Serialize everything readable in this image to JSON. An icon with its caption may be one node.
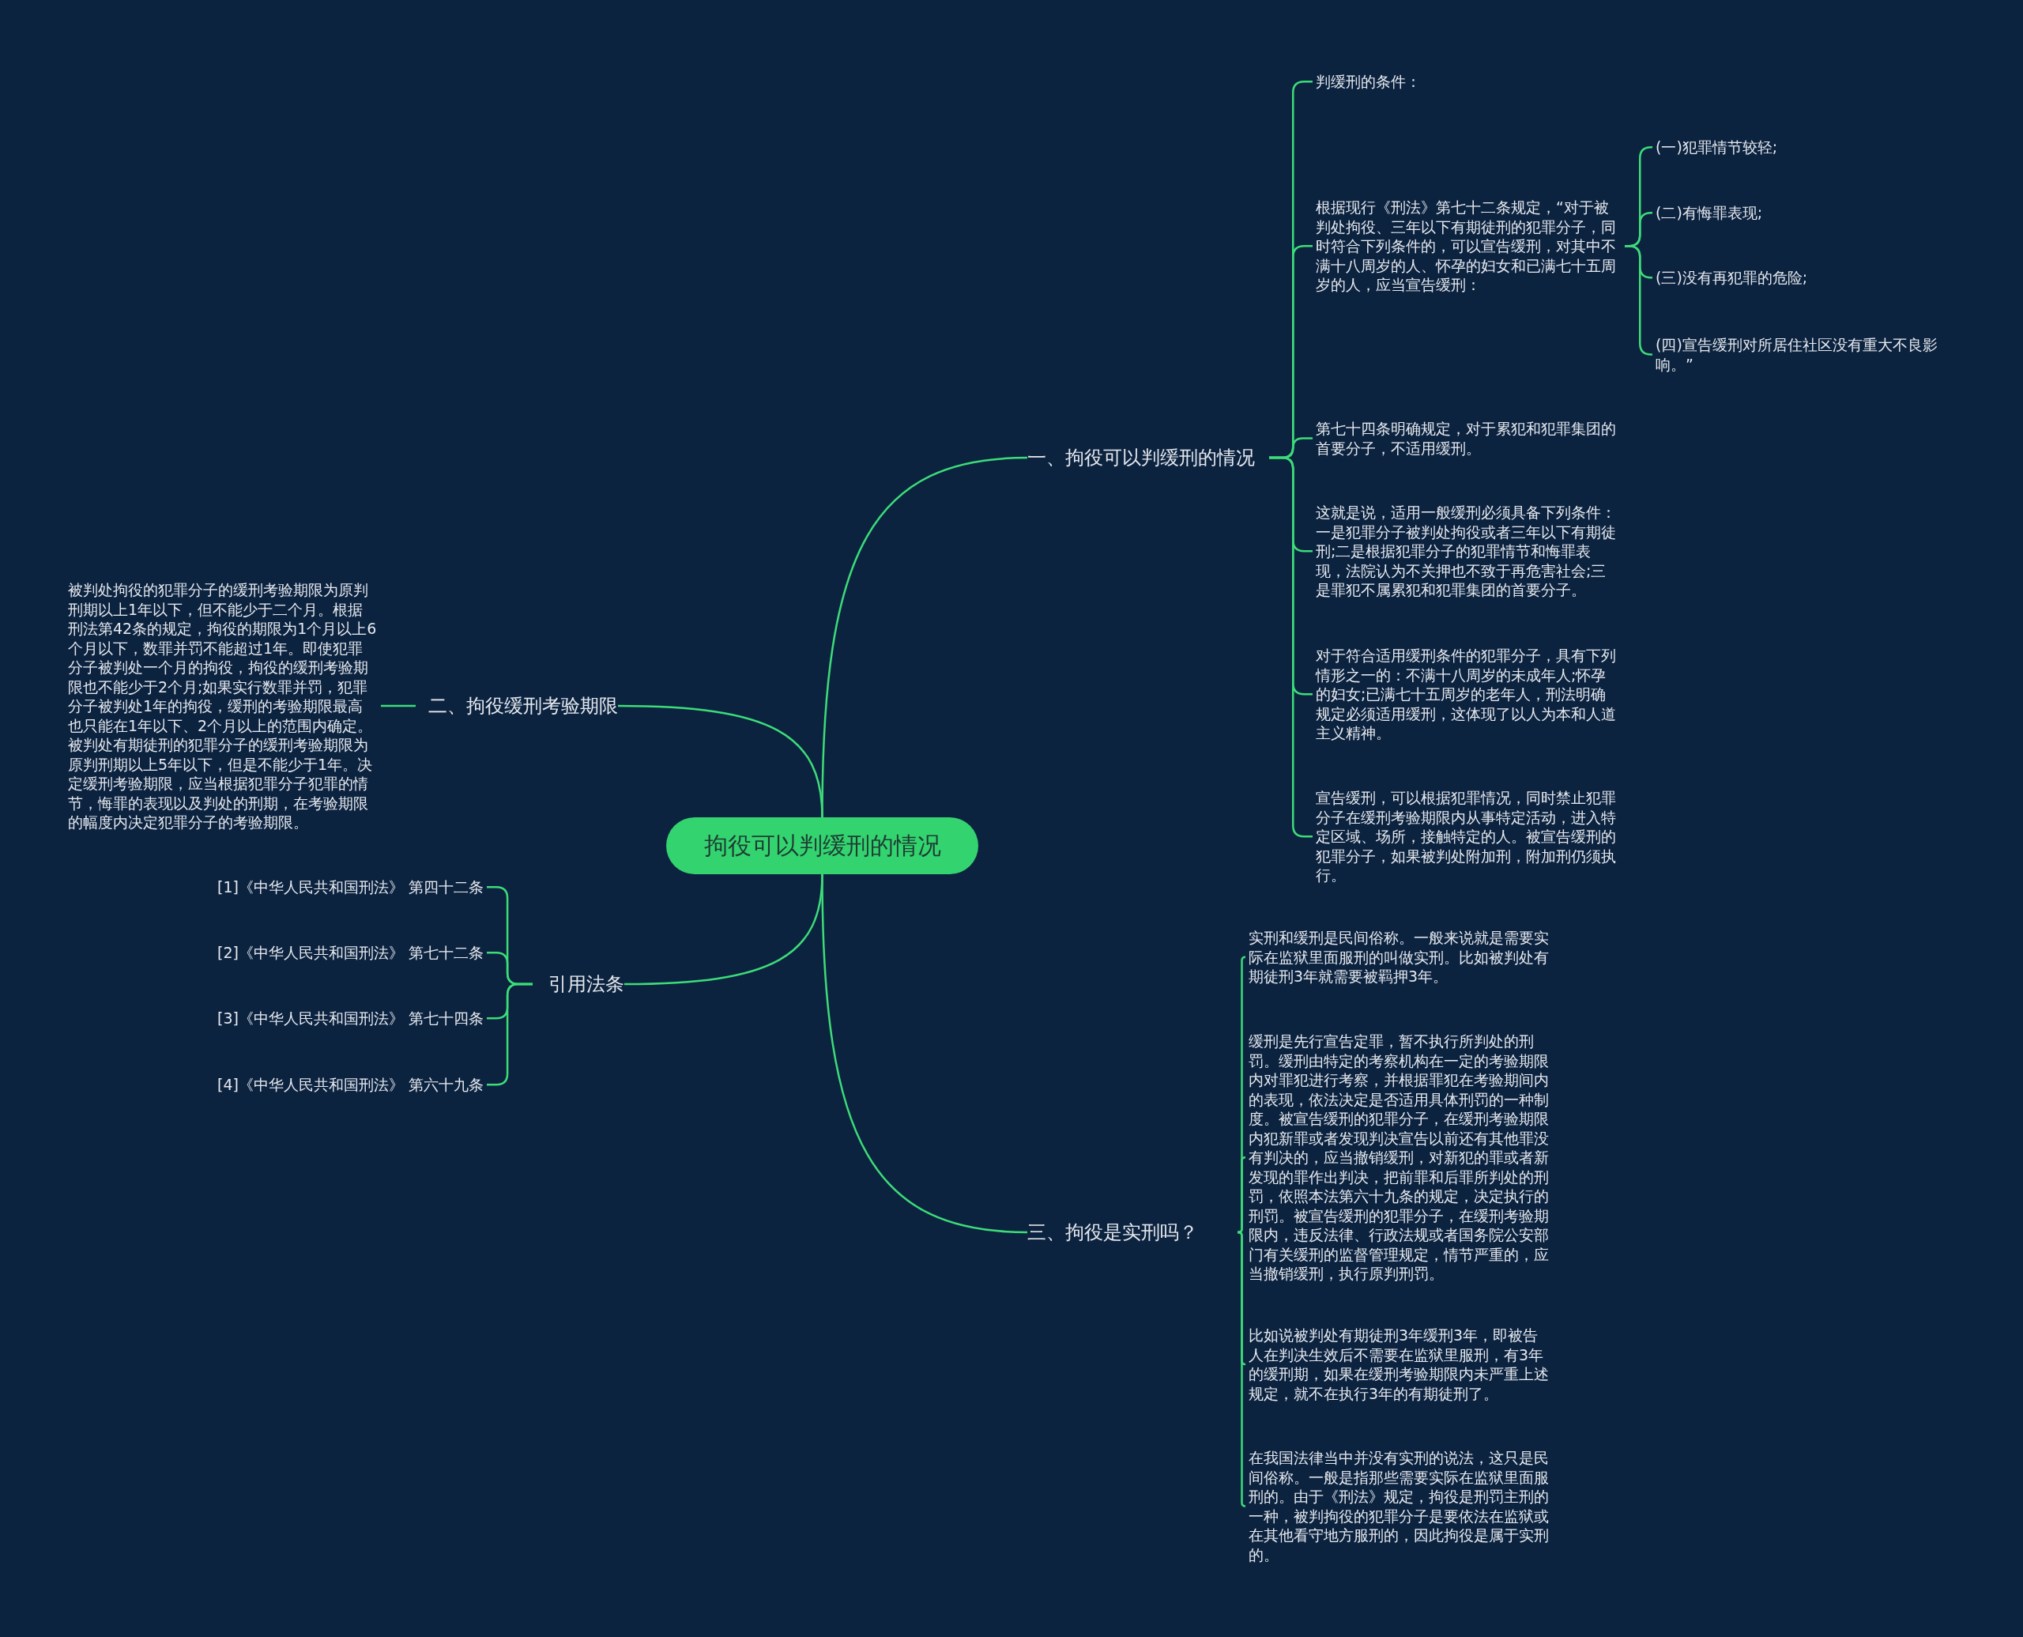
{
  "diagram": {
    "nodes": [
      {
        "text": [
          "拘役可以判缓刑的情况"
        ]
      },
      {
        "text": [
          "一、拘役可以判缓刑的情况"
        ]
      },
      {
        "text": [
          "判缓刑的条件："
        ]
      },
      {
        "text": [
          "根据现行《刑法》第七十二条规定，“对于被判处拘役、三年以下有期徒刑的犯罪分子，同时符合下列条件的，可以宣告缓刑，对其中不满十八周岁的人、怀孕的妇女和已满七十五周岁的人，应当宣告缓刑："
        ]
      },
      {
        "text": [
          "(一)犯罪情节较轻;"
        ]
      },
      {
        "text": [
          "(二)有悔罪表现;"
        ]
      },
      {
        "text": [
          "(三)没有再犯罪的危险;"
        ]
      },
      {
        "text": [
          "(四)宣告缓刑对所居住社区没有重大不良影响。”"
        ]
      },
      {
        "text": [
          "第七十四条明确规定，对于累犯和犯罪集团的首要分子，不适用缓刑。"
        ]
      },
      {
        "text": [
          "这就是说，适用一般缓刑必须具备下列条件：一是犯罪分子被判处拘役或者三年以下有期徒刑;二是根据犯罪分子的犯罪情节和悔罪表现，法院认为不关押也不致于再危害社会;三是罪犯不属累犯和犯罪集团的首要分子。"
        ]
      },
      {
        "text": [
          "对于符合适用缓刑条件的犯罪分子，具有下列情形之一的：不满十八周岁的未成年人;怀孕的妇女;已满七十五周岁的老年人，刑法明确规定必须适用缓刑，这体现了以人为本和人道主义精神。"
        ]
      },
      {
        "text": [
          "宣告缓刑，可以根据犯罪情况，同时禁止犯罪分子在缓刑考验期限内从事特定活动，进入特定区域、场所，接触特定的人。被宣告缓刑的犯罪分子，如果被判处附加刑，附加刑仍须执行。"
        ]
      },
      {
        "text": [
          "二、拘役缓刑考验期限"
        ]
      },
      {
        "text": [
          "被判处拘役的犯罪分子的缓刑考验期限为原判刑期以上1年以下，但不能少于二个月。根据刑法第42条的规定，拘役的期限为1个月以上6个月以下，数罪并罚不能超过1年。即使犯罪分子被判处一个月的拘役，拘役的缓刑考验期限也不能少于2个月;如果实行数罪并罚，犯罪分子被判处1年的拘役，缓刑的考验期限最高也只能在1年以下、2个月以上的范围内确定。被判处有期徒刑的犯罪分子的缓刑考验期限为原判刑期以上5年以下，但是不能少于1年。决定缓刑考验期限，应当根据犯罪分子犯罪的情节，悔罪的表现以及判处的刑期，在考验期限的幅度内决定犯罪分子的考验期限。"
        ]
      },
      {
        "text": [
          "引用法条"
        ]
      },
      {
        "text": [
          "[1]《中华人民共和国刑法》 第四十二条"
        ]
      },
      {
        "text": [
          "[2]《中华人民共和国刑法》 第七十二条"
        ]
      },
      {
        "text": [
          "[3]《中华人民共和国刑法》 第七十四条"
        ]
      },
      {
        "text": [
          "[4]《中华人民共和国刑法》 第六十九条"
        ]
      },
      {
        "text": [
          "三、拘役是实刑吗？"
        ]
      },
      {
        "text": [
          "实刑和缓刑是民间俗称。一般来说就是需要实际在监狱里面服刑的叫做实刑。比如被判处有期徒刑3年就需要被羁押3年。"
        ]
      },
      {
        "text": [
          "缓刑是先行宣告定罪，暂不执行所判处的刑罚。缓刑由特定的考察机构在一定的考验期限内对罪犯进行考察，并根据罪犯在考验期间内的表现，依法决定是否适用具体刑罚的一种制度。被宣告缓刑的犯罪分子，在缓刑考验期限内犯新罪或者发现判决宣告以前还有其他罪没有判决的，应当撤销缓刑，对新犯的罪或者新发现的罪作出判决，把前罪和后罪所判处的刑罚，依照本法第六十九条的规定，决定执行的刑罚。被宣告缓刑的犯罪分子，在缓刑考验期限内，违反法律、行政法规或者国务院公安部门有关缓刑的监督管理规定，情节严重的，应当撤销缓刑，执行原判刑罚。"
        ]
      },
      {
        "text": [
          "比如说被判处有期徒刑3年缓刑3年，即被告人在判决生效后不需要在监狱里服刑，有3年的缓刑期，如果在缓刑考验期限内未严重上述规定，就不在执行3年的有期徒刑了。"
        ]
      },
      {
        "text": [
          "在我国法律当中并没有实刑的说法，这只是民间俗称。一般是指那些需要实际在监狱里面服刑的。由于《刑法》规定，拘役是刑罚主刑的一种，被判拘役的犯罪分子是要依法在监狱或在其他看守地方服刑的，因此拘役是属于实刑的。"
        ]
      }
    ],
    "edges": [
      {
        "from": 0,
        "to": 1,
        "arrow": "none"
      },
      {
        "from": 1,
        "to": 2,
        "arrow": "none"
      },
      {
        "from": 1,
        "to": 3,
        "arrow": "none"
      },
      {
        "from": 3,
        "to": 4,
        "arrow": "none"
      },
      {
        "from": 3,
        "to": 5,
        "arrow": "none"
      },
      {
        "from": 3,
        "to": 6,
        "arrow": "none"
      },
      {
        "from": 3,
        "to": 7,
        "arrow": "none"
      },
      {
        "from": 1,
        "to": 8,
        "arrow": "none"
      },
      {
        "from": 1,
        "to": 9,
        "arrow": "none"
      },
      {
        "from": 1,
        "to": 10,
        "arrow": "none"
      },
      {
        "from": 1,
        "to": 11,
        "arrow": "none"
      },
      {
        "from": 0,
        "to": 12,
        "arrow": "none"
      },
      {
        "from": 12,
        "to": 13,
        "arrow": "none"
      },
      {
        "from": 0,
        "to": 14,
        "arrow": "none"
      },
      {
        "from": 14,
        "to": 15,
        "arrow": "none"
      },
      {
        "from": 14,
        "to": 16,
        "arrow": "none"
      },
      {
        "from": 14,
        "to": 17,
        "arrow": "none"
      },
      {
        "from": 14,
        "to": 18,
        "arrow": "none"
      },
      {
        "from": 0,
        "to": 19,
        "arrow": "none"
      },
      {
        "from": 19,
        "to": 20,
        "arrow": "none"
      },
      {
        "from": 19,
        "to": 21,
        "arrow": "none"
      },
      {
        "from": 19,
        "to": 22,
        "arrow": "none"
      },
      {
        "from": 19,
        "to": 23,
        "arrow": "none"
      }
    ]
  }
}
